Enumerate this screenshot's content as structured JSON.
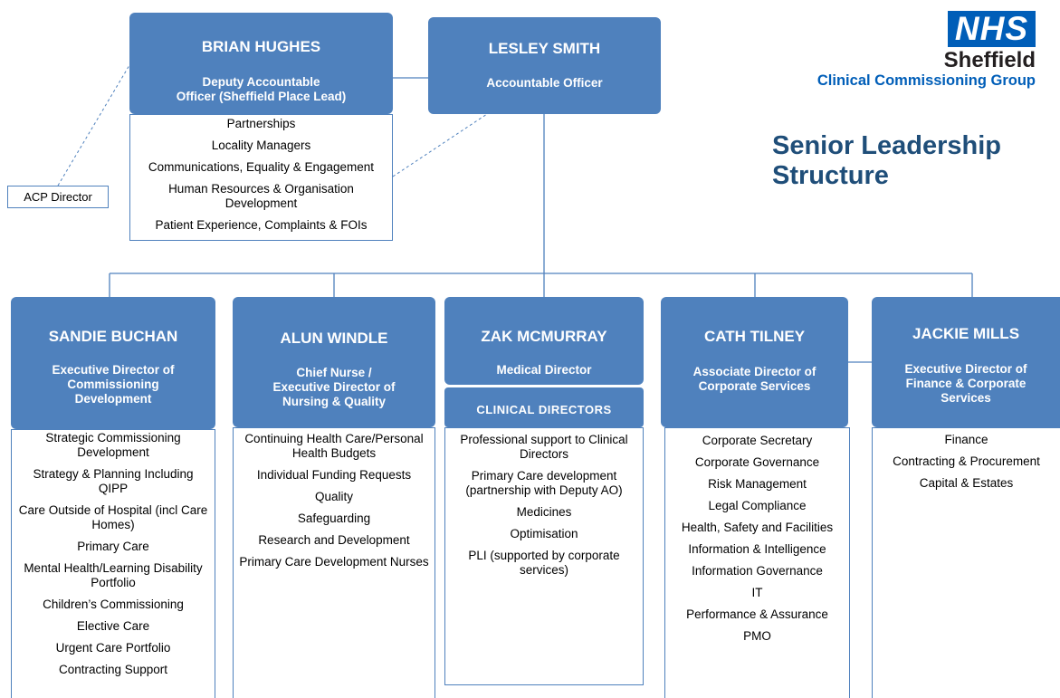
{
  "logo": {
    "nhs": "NHS",
    "place": "Sheffield",
    "org": "Clinical Commissioning Group"
  },
  "title": {
    "line1": "Senior Leadership",
    "line2": "Structure"
  },
  "acp_director": "ACP Director",
  "brian": {
    "name": "BRIAN HUGHES",
    "role": [
      "Deputy Accountable",
      "Officer (Sheffield Place Lead)"
    ],
    "items": [
      "Partnerships",
      "Locality Managers",
      "Communications, Equality & Engagement",
      "Human Resources & Organisation Development",
      "Patient Experience, Complaints & FOIs"
    ]
  },
  "lesley": {
    "name": "LESLEY SMITH",
    "role": "Accountable Officer"
  },
  "sandie": {
    "name": "SANDIE BUCHAN",
    "role": [
      "Executive Director of",
      "Commissioning",
      "Development"
    ],
    "items": [
      "Strategic Commissioning Development",
      "Strategy & Planning Including QIPP",
      "Care Outside of Hospital (incl Care Homes)",
      "Primary Care",
      "Mental Health/Learning Disability Portfolio",
      "Children’s Commissioning",
      "Elective Care",
      "Urgent Care Portfolio",
      "Contracting Support"
    ]
  },
  "alun": {
    "name": "ALUN WINDLE",
    "role": [
      "Chief Nurse /",
      "Executive Director of",
      "Nursing & Quality"
    ],
    "items": [
      "Continuing Health Care/Personal Health Budgets",
      "Individual Funding Requests",
      "Quality",
      "Safeguarding",
      "Research and Development",
      "Primary Care Development Nurses"
    ]
  },
  "zak": {
    "name": "ZAK MCMURRAY",
    "role": "Medical Director",
    "sub_header": "CLINICAL DIRECTORS",
    "items": [
      "Professional support to Clinical Directors",
      "Primary Care development (partnership with Deputy AO)",
      "Medicines",
      "Optimisation",
      "PLI (supported by corporate services)"
    ]
  },
  "cath": {
    "name": "CATH TILNEY",
    "role": [
      "Associate Director of",
      "Corporate Services"
    ],
    "items": [
      "Corporate Secretary",
      "Corporate Governance",
      "Risk Management",
      "Legal Compliance",
      "Health, Safety and Facilities",
      "Information & Intelligence",
      "Information Governance",
      "IT",
      "Performance & Assurance",
      "PMO"
    ]
  },
  "jackie": {
    "name": "JACKIE MILLS",
    "role": [
      "Executive Director of",
      "Finance & Corporate",
      "Services"
    ],
    "items": [
      "Finance",
      "Contracting & Procurement",
      "Capital & Estates"
    ]
  },
  "colors": {
    "header_fill": "#4f81bd",
    "line": "#4f81bd",
    "nhs_blue": "#005eb8",
    "title_blue": "#1f4e79"
  }
}
